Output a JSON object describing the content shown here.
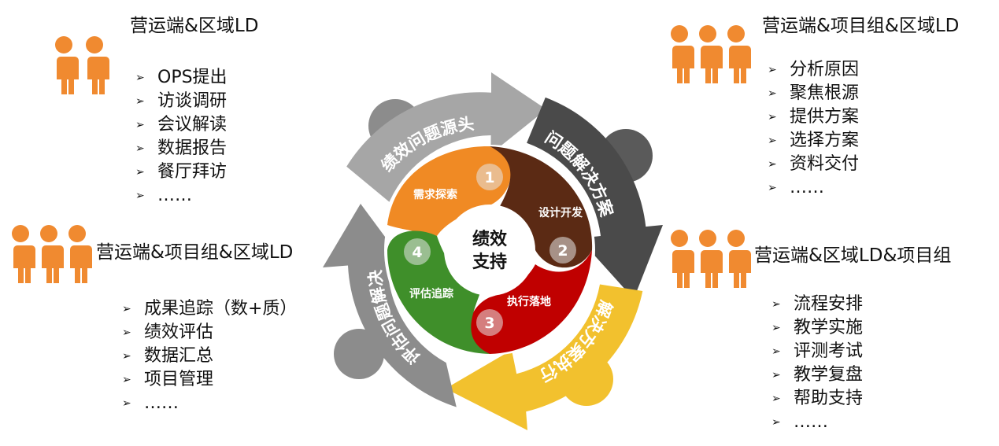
{
  "groups": {
    "top_left": {
      "title": "营运端&区域LD",
      "items": [
        "OPS提出",
        "访谈调研",
        "会议解读",
        "数据报告",
        "餐厅拜访",
        "……"
      ]
    },
    "top_right": {
      "title": "营运端&项目组&区域LD",
      "items": [
        "分析原因",
        "聚焦根源",
        "提供方案",
        "选择方案",
        "资料交付",
        "……"
      ]
    },
    "middle_left": {
      "title": "营运端&项目组&区域LD",
      "items": [
        "成果追踪（数+质）",
        "绩效评估",
        "数据汇总",
        "项目管理",
        "……"
      ]
    },
    "middle_right": {
      "title": "营运端&区域LD&项目组",
      "items": [
        "流程安排",
        "教学实施",
        "评测考试",
        "教学复盘",
        "帮助支持",
        "……"
      ]
    }
  },
  "ring": {
    "segments": [
      {
        "label": "绩效问题源头",
        "color": "#a6a6a6"
      },
      {
        "label": "问题解决方案",
        "color": "#4a4a4a"
      },
      {
        "label": "解决方案执行",
        "color": "#f2c12e"
      },
      {
        "label": "评估问题解决",
        "color": "#8c8c8c"
      }
    ]
  },
  "wedges": [
    {
      "label": "需求探索",
      "number": "1",
      "color": "#f08a24"
    },
    {
      "label": "设计开发",
      "number": "2",
      "color": "#5b2a14"
    },
    {
      "label": "执行落地",
      "number": "3",
      "color": "#c00000"
    },
    {
      "label": "评估追踪",
      "number": "4",
      "color": "#3f8f2a"
    }
  ],
  "center": {
    "line1": "绩效",
    "line2": "支持"
  },
  "colors": {
    "person": "#f08a30",
    "node_gray": "#8c8c8c",
    "node_yellow": "#f2c12e"
  }
}
